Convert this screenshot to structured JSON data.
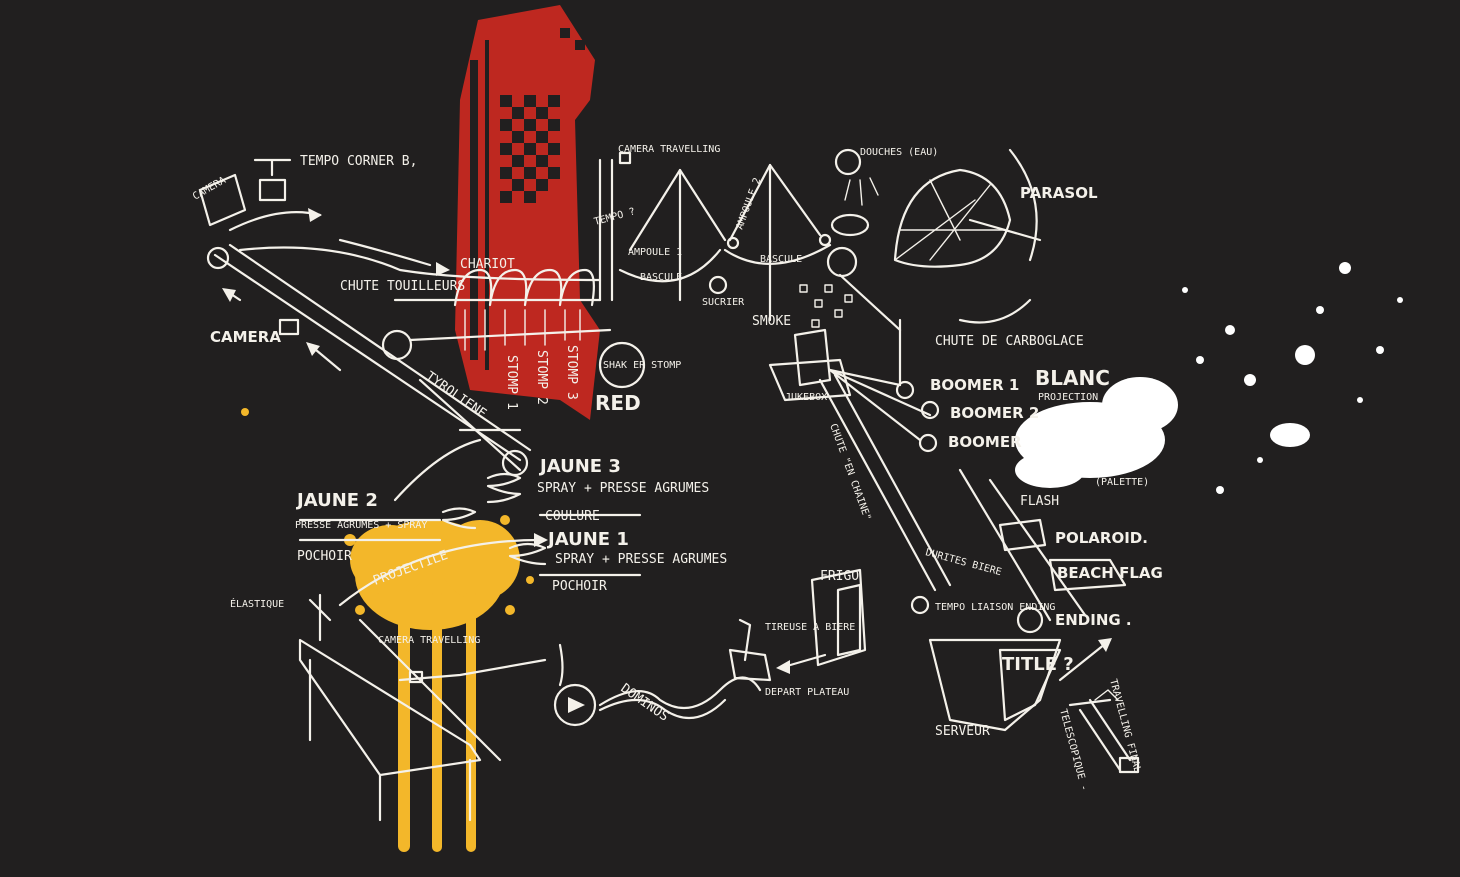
{
  "colors": {
    "background": "#211f1f",
    "ink": "#f4f1ea",
    "red": "#d42a21",
    "yellow": "#f3b72a",
    "white_splash": "#ffffff"
  },
  "labels": {
    "tempo_corner": "TEMPO CORNER B,",
    "camera_top": "CAMERA",
    "camera_left": "CAMERA",
    "chute_touilleurs": "CHUTE TOUILLEURS",
    "chariot": "CHARIOT",
    "camera_travelling_top": "CAMERA TRAVELLING",
    "tempo_q": "TEMPO ?",
    "ampoule_1": "AMPOULE 1",
    "ampoule_2": "AMPOULE 2",
    "bascule_1": "BASCULE",
    "bascule_2": "BASCULE",
    "sucrier": "SUCRIER",
    "smoke": "SMOKE",
    "douches": "DOUCHES (EAU)",
    "parasol": "PARASOL",
    "chute_carboglace": "CHUTE DE CARBOGLACE",
    "stomp_1": "STOMP 1",
    "stomp_2": "STOMP 2",
    "stomp_3": "STOMP 3",
    "shaker_stomp": "SHAK ER STOMP",
    "red": "RED",
    "jukebox": "JUKEBOX",
    "boomer_1": "BOOMER 1",
    "boomer_2": "BOOMER 2",
    "boomer_3": "BOOMER",
    "blanc": "BLANC",
    "projection": "PROJECTION",
    "palette": "(PALETTE)",
    "tyrolienne": "TYROLIENE",
    "jaune_3": "JAUNE 3",
    "jaune_3_sub": "SPRAY + PRESSE AGRUMES",
    "coulure": "COULURE",
    "jaune_2": "JAUNE 2",
    "jaune_2_sub": "PRESSE AGRUMES + SPRAY",
    "pochoir_left": "POCHOIR",
    "jaune_1": "JAUNE 1",
    "jaune_1_sub": "SPRAY + PRESSE AGRUMES",
    "pochoir_right": "POCHOIR",
    "chute_en_chaine": "CHUTE \"EN CHAINE\"",
    "flash": "FLASH",
    "polaroid": "POLAROID.",
    "beach_flag": "BEACH FLAG",
    "durites_biere": "DURITES BIERE",
    "tempo_liaison": "TEMPO LIAISON ENDING",
    "ending": "ENDING .",
    "projectile": "PROJECTILE",
    "elastique": "ÉLASTIQUE",
    "camera_travelling_bottom": "CAMERA TRAVELLING",
    "frigo": "FRIGO",
    "tireuse": "TIREUSE A BIERE",
    "dominos": "DOMINOS",
    "depart_plateau": "DEPART PLATEAU",
    "title": "TITLE ?",
    "serveur": "SERVEUR",
    "telescopique": "TELESCOPIQUE -",
    "travelling_final": "TRAVELLING FINAL"
  }
}
